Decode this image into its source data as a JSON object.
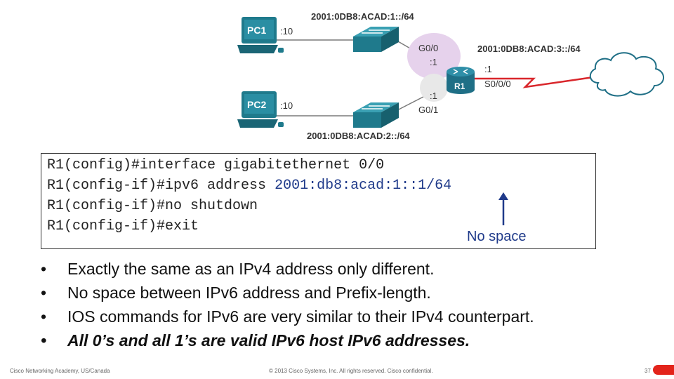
{
  "topology": {
    "networks": {
      "lan1": "2001:0DB8:ACAD:1::/64",
      "lan2": "2001:0DB8:ACAD:2::/64",
      "wan": "2001:0DB8:ACAD:3::/64"
    },
    "pc1": {
      "name": "PC1",
      "host": ":10"
    },
    "pc2": {
      "name": "PC2",
      "host": ":10"
    },
    "router": {
      "name": "R1",
      "g00": {
        "name": "G0/0",
        "host": ":1"
      },
      "g01": {
        "name": "G0/1",
        "host": ":1"
      },
      "s000": {
        "name": "S0/0/0",
        "host": ":1"
      }
    },
    "colors": {
      "device": "#1f7a8c",
      "router": "#1f6f86",
      "highlight": "#e6d2ec",
      "wan_link": "#d9262b"
    }
  },
  "cli": {
    "line1": "R1(config)#interface gigabitethernet 0/0",
    "line2_prompt": "R1(config-if)#ipv6 address ",
    "line2_address": "2001:db8:acad:1::1/64",
    "line3": "R1(config-if)#no shutdown",
    "line4": "R1(config-if)#exit",
    "annotation": "No space"
  },
  "bullets": [
    "Exactly the same as an IPv4 address only different.",
    "No space between IPv6 address and Prefix-length.",
    "IOS commands for IPv6 are very similar to their IPv4 counterpart.",
    "All 0’s and all 1’s are valid IPv6 host IPv6 addresses."
  ],
  "bullet_symbol": "•",
  "footer": {
    "left": "Cisco Networking Academy, US/Canada",
    "center": "© 2013 Cisco Systems, Inc. All rights reserved. Cisco confidential.",
    "page": "37"
  },
  "accent_color": "#e3241b"
}
